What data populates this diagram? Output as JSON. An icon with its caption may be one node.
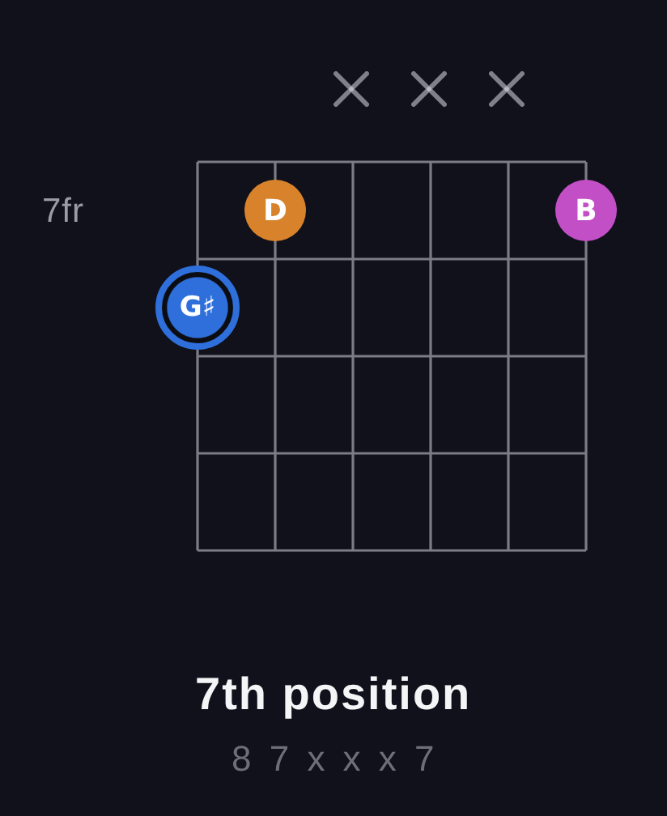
{
  "diagram": {
    "title": "7th position",
    "caption": "8 7 x x x 7",
    "nodes": [
      {
        "text": [
          "D"
        ]
      },
      {
        "text": [
          "B"
        ]
      },
      {
        "text": [
          "G♯"
        ]
      }
    ],
    "labels": [
      "7fr"
    ]
  }
}
